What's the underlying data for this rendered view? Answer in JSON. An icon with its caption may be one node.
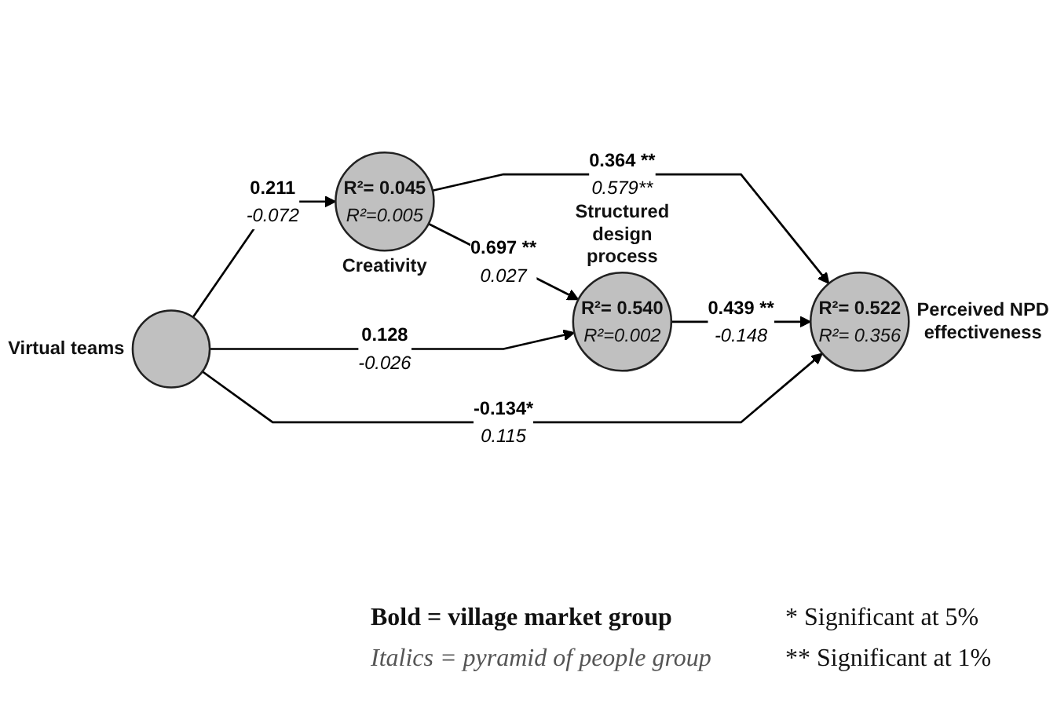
{
  "diagram": {
    "nodes": [
      {
        "text": [
          "R²= 0.045",
          "R²=0.005"
        ],
        "beside": [
          "Creativity"
        ]
      },
      {
        "text": [
          "R²= 0.540",
          "R²=0.002"
        ],
        "beside": [
          "Structured design process"
        ]
      },
      {
        "text": [
          "R²= 0.522",
          "R²= 0.356"
        ],
        "beside": [
          "Perceived NPD effectiveness"
        ]
      },
      {
        "text": [],
        "shape": "circle",
        "beside": [
          "Virtual teams"
        ]
      }
    ],
    "edges": [
      {
        "from": 3,
        "to": 0,
        "arrow": "to",
        "label": "0.211 -0.072"
      },
      {
        "from": 0,
        "to": 1,
        "arrow": "to",
        "label": "0.697 ** 0.027"
      },
      {
        "from": 0,
        "to": 2,
        "arrow": "to",
        "label": "0.364 ** 0.579**"
      },
      {
        "from": 1,
        "to": 2,
        "arrow": "to",
        "label": "0.439 ** -0.148"
      },
      {
        "from": 3,
        "to": 1,
        "arrow": "to",
        "label": "0.128 -0.026"
      },
      {
        "from": 3,
        "to": 2,
        "arrow": "to",
        "label": "-0.134* 0.115"
      }
    ],
    "labels": [
      "* Significant at 5%",
      "** Significant at 1%"
    ],
    "legend": [
      {
        "text": "Bold = village market group"
      },
      {
        "text": "Italics = pyramid of people group"
      }
    ]
  }
}
